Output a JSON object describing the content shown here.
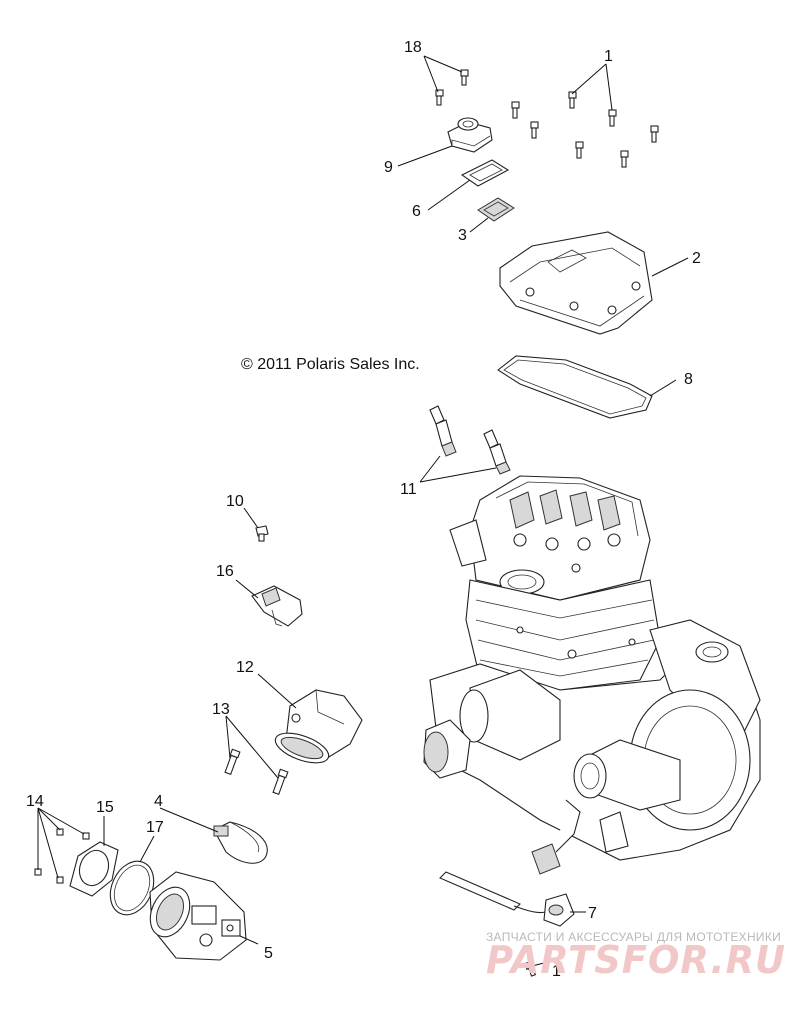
{
  "copyright": "© 2011 Polaris Sales Inc.",
  "callouts": {
    "c1a": "1",
    "c1b": "1",
    "c2": "2",
    "c3": "3",
    "c4": "4",
    "c5": "5",
    "c6": "6",
    "c7": "7",
    "c8": "8",
    "c9": "9",
    "c10": "10",
    "c11": "11",
    "c12": "12",
    "c13": "13",
    "c14": "14",
    "c15": "15",
    "c16": "16",
    "c17": "17",
    "c18": "18"
  },
  "watermark": {
    "tagline": "ЗАПЧАСТИ И АКСЕССУАРЫ ДЛЯ МОТОТЕХНИКИ",
    "brand": "PARTSFOR.RU"
  },
  "colors": {
    "line": "#111111",
    "watermark": "#f2c7c7",
    "tagline": "#b9b9b9"
  }
}
